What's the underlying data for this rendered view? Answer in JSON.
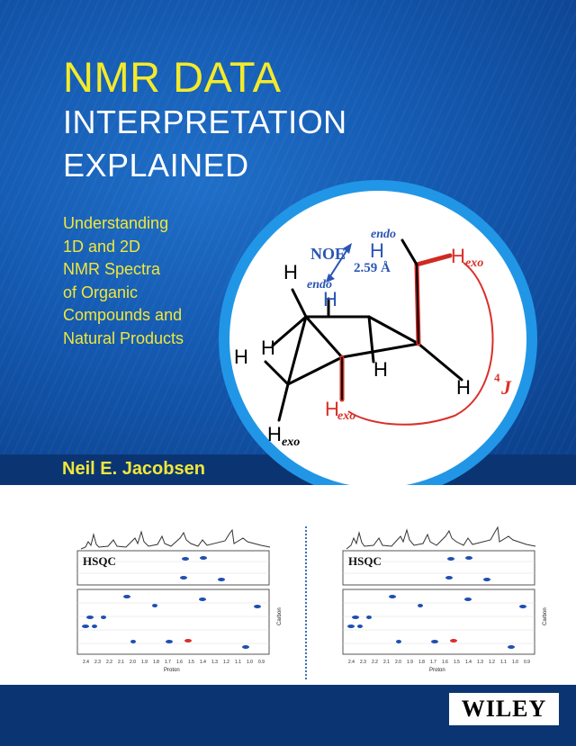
{
  "cover": {
    "title_line1": "NMR DATA",
    "title_line2": "INTERPRETATION",
    "title_line3": "EXPLAINED",
    "subtitle_lines": [
      "Understanding",
      "1D and 2D",
      "NMR Spectra",
      "of Organic",
      "Compounds and",
      "Natural Products"
    ],
    "author": "Neil E. Jacobsen",
    "publisher": "WILEY"
  },
  "molecule": {
    "noe_label": "NOE",
    "distance_label": "2.59 Å",
    "endo_label": "endo",
    "exo_label": "exo",
    "h_label": "H",
    "coupling_label": "4J",
    "coupling_superscript": "4",
    "coupling_letter": "J"
  },
  "spectra": {
    "left": {
      "hsqc_label": "HSQC",
      "x_axis_label": "Proton",
      "y_axis_label": "Carbon",
      "x_ticks": [
        "2.4",
        "2.3",
        "2.2",
        "2.1",
        "2.0",
        "1.9",
        "1.8",
        "1.7",
        "1.6",
        "1.5",
        "1.4",
        "1.3",
        "1.2",
        "1.1",
        "1.0",
        "0.9"
      ]
    },
    "right": {
      "hsqc_label": "HSQC",
      "x_axis_label": "Proton",
      "y_axis_label": "Carbon",
      "x_ticks": [
        "2.4",
        "2.3",
        "2.2",
        "2.1",
        "2.0",
        "1.9",
        "1.8",
        "1.7",
        "1.6",
        "1.5",
        "1.4",
        "1.3",
        "1.2",
        "1.1",
        "1.0",
        "0.9"
      ]
    }
  },
  "colors": {
    "title_yellow": "#f4ea2a",
    "background_blue": "#1459b0",
    "dark_band": "#0b3572",
    "circle_ring": "#2196e6",
    "molecule_blue": "#2a55b5",
    "molecule_red": "#d9302a"
  }
}
